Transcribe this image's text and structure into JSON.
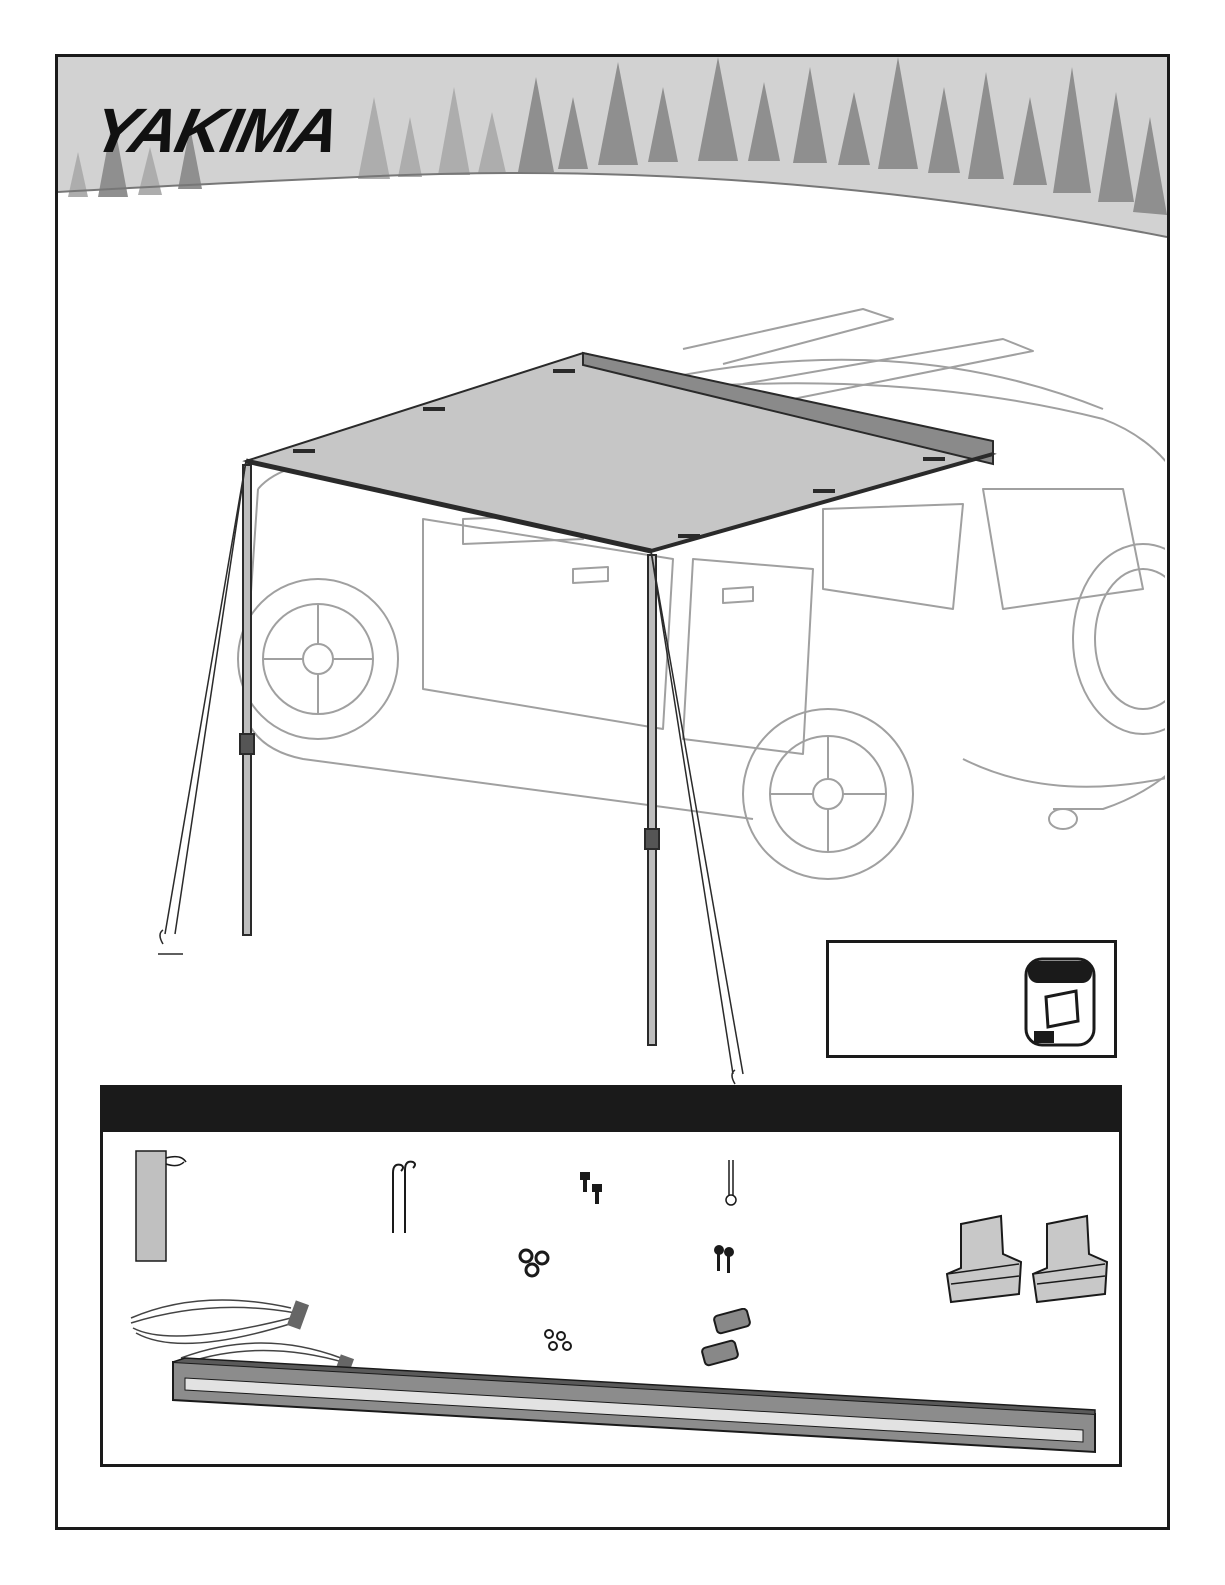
{
  "brand": {
    "logo_text": "YAKIMA"
  },
  "colors": {
    "frame": "#1a1a1a",
    "banner_gray": "#c8c8c8",
    "tree_gray": "#8c8c8c",
    "awning_fabric": "#c9c9c9",
    "vehicle_outline": "#9a9a9a",
    "header_bar": "#1a1a1a"
  },
  "illustrations": {
    "hero": "vehicle-with-awning",
    "tools_needed": "tape-measure-icon",
    "parts": [
      "storage-bag",
      "tent-stakes",
      "guy-lines",
      "bolts",
      "nuts",
      "washers",
      "cotter-pin",
      "keys",
      "lock-cores",
      "mounting-brackets",
      "awning-roll"
    ]
  }
}
